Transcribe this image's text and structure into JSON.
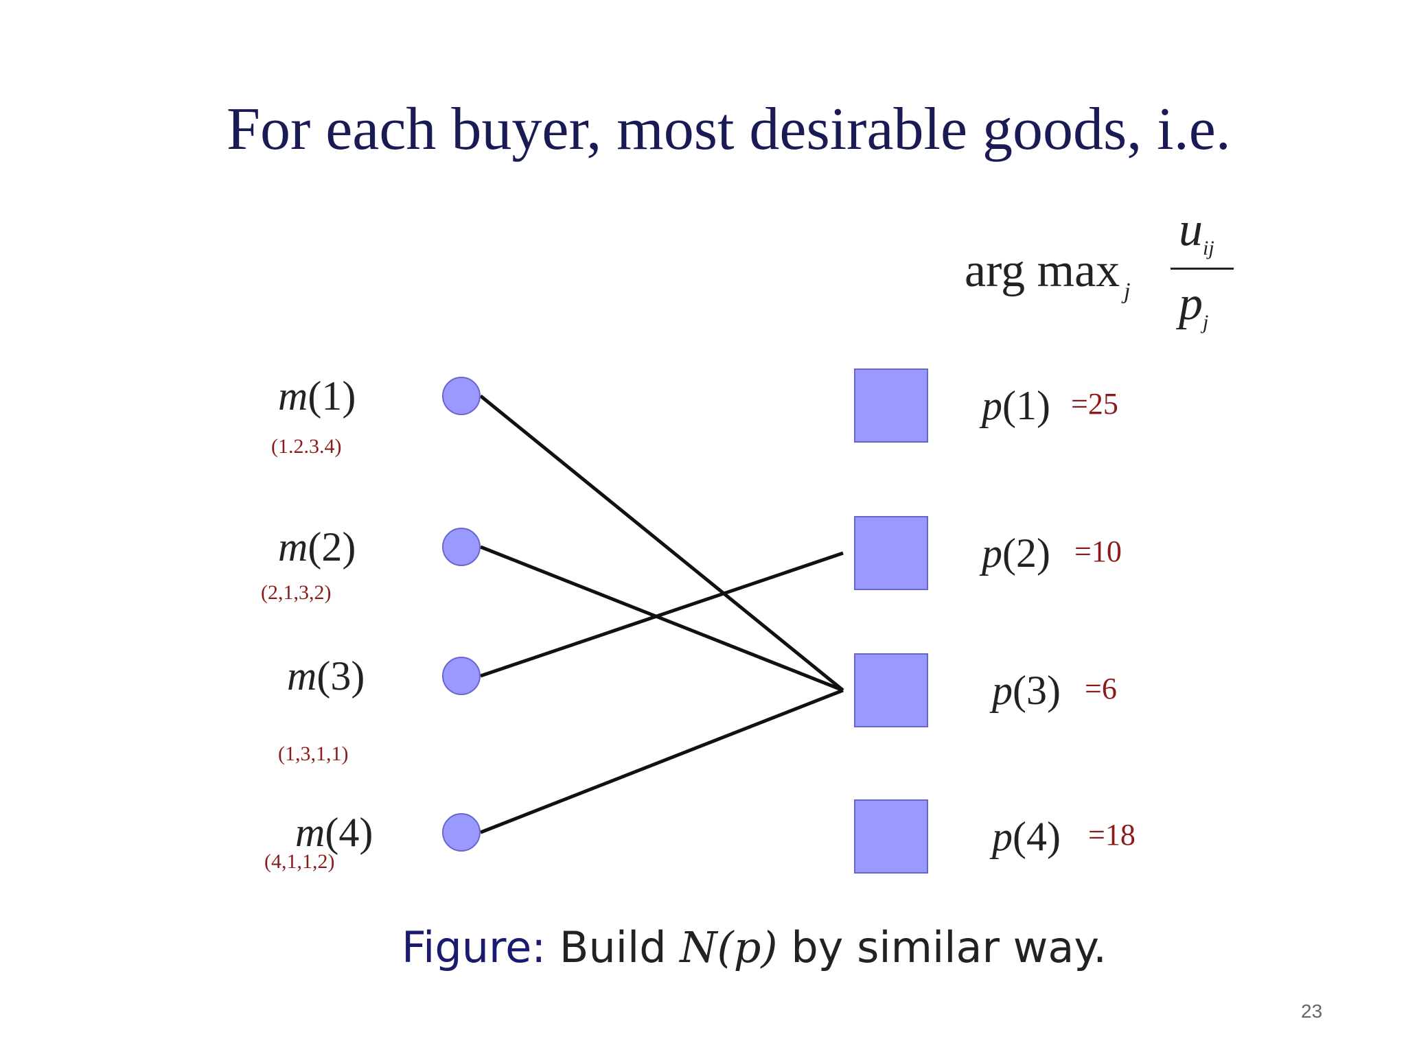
{
  "title": "For each buyer,  most desirable goods, i.e.",
  "formula": {
    "argmax": "arg max",
    "argmax_sub": "j",
    "numerator": "u",
    "numerator_sub": "ij",
    "denominator": "p",
    "denominator_sub": "j"
  },
  "buyers": [
    {
      "name": "m",
      "index": "(1)",
      "preferences": "(1.2.3.4)"
    },
    {
      "name": "m",
      "index": "(2)",
      "preferences": "(2,1,3,2)"
    },
    {
      "name": "m",
      "index": "(3)",
      "preferences": "(1,3,1,1)"
    },
    {
      "name": "m",
      "index": "(4)",
      "preferences": "(4,1,1,2)"
    }
  ],
  "goods": [
    {
      "name": "p",
      "index": "(1)",
      "price": "=25"
    },
    {
      "name": "p",
      "index": "(2)",
      "price": "=10"
    },
    {
      "name": "p",
      "index": "(3)",
      "price": "=6"
    },
    {
      "name": "p",
      "index": "(4)",
      "price": "=18"
    }
  ],
  "edges": [
    {
      "buyer": 0,
      "good": 2
    },
    {
      "buyer": 1,
      "good": 2
    },
    {
      "buyer": 2,
      "good": 1
    },
    {
      "buyer": 3,
      "good": 2
    }
  ],
  "caption": {
    "figure_word": "Figure:",
    "text_before": "Build",
    "math": "N(p)",
    "text_after": "by similar way."
  },
  "page_number": "23",
  "colors": {
    "node_fill": "#9999ff",
    "node_stroke": "#6666cc",
    "edge": "#111111",
    "title": "#1a1a55",
    "annotation": "#8b1a1a"
  }
}
